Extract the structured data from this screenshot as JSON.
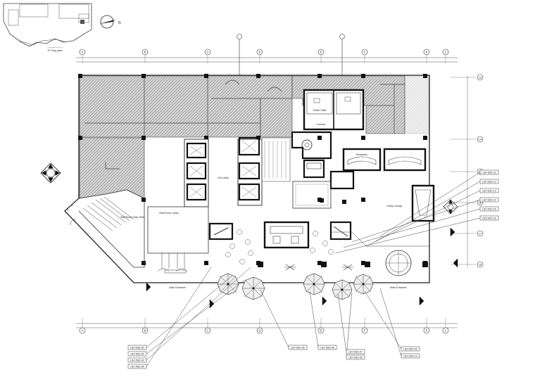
{
  "key_plan_caption": "1F Key plan",
  "north_label": "N",
  "grid_axes_x": [
    "A",
    "B",
    "C",
    "D",
    "E",
    "F",
    "K",
    "L"
  ],
  "grid_axes_y": [
    "13",
    "14",
    "15",
    "16",
    "17",
    "18"
  ],
  "rooms": {
    "ballroom_stair": "Ball Room Stair Well",
    "ballroom_lobby": "Ball Room Lobby",
    "lift_lobby": "Lift Lobby",
    "reception": "Reception",
    "lobby_lounge": "Lobby Lounge",
    "main_entrance_left": "Main Entrance",
    "main_entrance_right": "Main Entrance",
    "public_toilet": "Public Toilet",
    "corridor": "Corridor"
  },
  "detail_refs_left": [
    "LBY-DSD-01",
    "LBY-DSD-02",
    "LBY-DSD-03",
    "LBY-DSD-04"
  ],
  "detail_refs_bottom": [
    "LBY-DSD-05",
    "LBY-DSD-06",
    "LBY-DSD-07",
    "LBY-DSD-08",
    "LBY-DSD-09",
    "LBY-DSD-10"
  ],
  "detail_refs_right": [
    "LBY-DSD-11",
    "LBY-DSD-12",
    "LBY-DSD-13",
    "LBY-DSD-14",
    "LBY-DSD-15",
    "LBY-DSD-16"
  ],
  "colors": {
    "line": "#333333",
    "hatch": "#8a8a8a",
    "accent": "#000000"
  }
}
